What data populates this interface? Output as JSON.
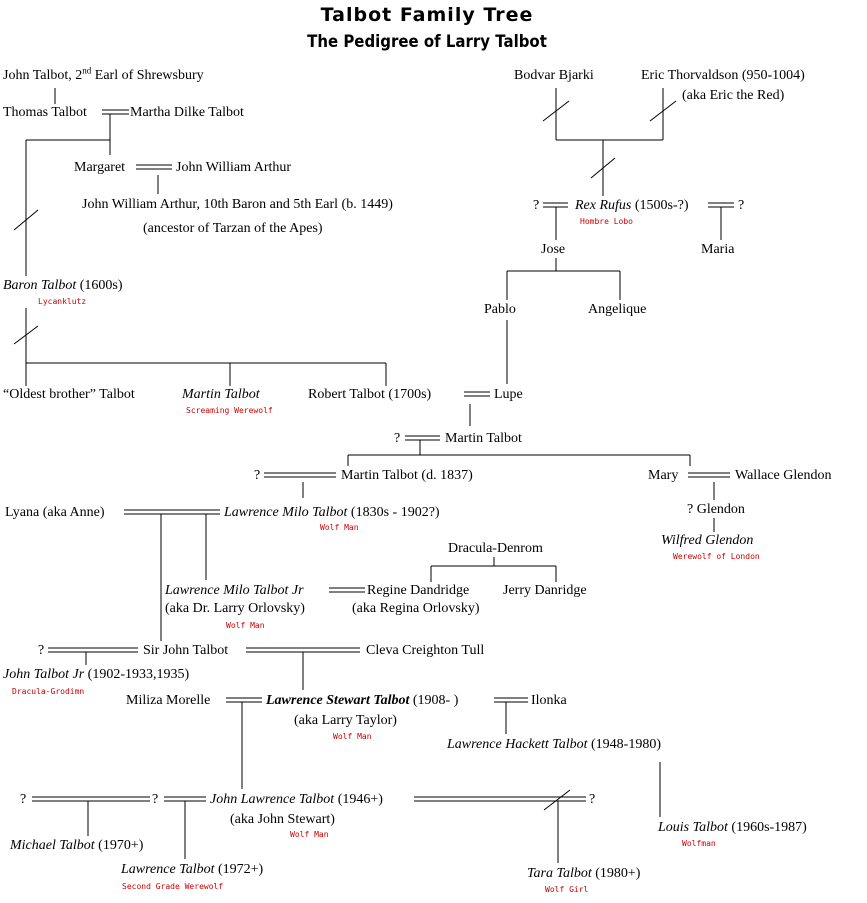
{
  "title": "Talbot Family Tree",
  "subtitle": "The Pedigree of Larry Talbot",
  "people": {
    "john_talbot_2nd_earl": "John Talbot, 2",
    "john_talbot_2nd_sup": "nd",
    "john_talbot_2nd_rest": " Earl of Shrewsbury",
    "thomas_talbot": "Thomas Talbot",
    "martha_dilke_talbot": "Martha Dilke Talbot",
    "margaret": "Margaret",
    "john_william_arthur": "John William Arthur",
    "jwa_10th_baron": "John William Arthur, 10th Baron and 5th Earl (b. 1449)",
    "jwa_note": "(ancestor of Tarzan of the Apes)",
    "baron_talbot": "Baron Talbot",
    "baron_talbot_date": " (1600s)",
    "baron_talbot_tag": "Lycanklutz",
    "oldest_brother": "“Oldest brother” Talbot",
    "martin_talbot_1": "Martin Talbot",
    "martin_talbot_1_tag": "Screaming Werewolf",
    "robert_talbot": "Robert Talbot (1700s)",
    "lupe": "Lupe",
    "bodvar_bjarki": "Bodvar Bjarki",
    "eric_thorvaldson": "Eric Thorvaldson (950-1004)",
    "eric_aka": "(aka Eric the Red)",
    "rex_rufus_q1": "?",
    "rex_rufus": "Rex Rufus",
    "rex_rufus_date": " (1500s-?)",
    "rex_rufus_q2": "?",
    "rex_rufus_tag": "Hombre Lobo",
    "jose": "Jose",
    "maria": "Maria",
    "pablo": "Pablo",
    "angelique": "Angelique",
    "martin_talbot_2_q": "?",
    "martin_talbot_2": "Martin Talbot",
    "martin_talbot_3_q": "?",
    "martin_talbot_3": "Martin Talbot (d. 1837)",
    "mary": "Mary",
    "wallace_glendon": "Wallace Glendon",
    "q_glendon": "? Glendon",
    "wilfred_glendon": "Wilfred Glendon",
    "wilfred_glendon_tag": "Werewolf of London",
    "lyana": "Lyana (aka Anne)",
    "lawrence_milo": "Lawrence Milo Talbot",
    "lawrence_milo_date": " (1830s - 1902?)",
    "lawrence_milo_tag": "Wolf Man",
    "dracula_denrom": "Dracula-Denrom",
    "lawrence_milo_jr": "Lawrence Milo Talbot Jr",
    "lawrence_milo_jr_aka": "(aka Dr. Larry Orlovsky)",
    "lawrence_milo_jr_tag": "Wolf Man",
    "regine_dandridge": "Regine Dandridge",
    "regine_aka": "(aka Regina Orlovsky)",
    "jerry_danridge": "Jerry Danridge",
    "sir_john_q": "?",
    "sir_john_talbot": "Sir John Talbot",
    "cleva_tull": "Cleva Creighton Tull",
    "john_talbot_jr": "John Talbot Jr",
    "john_talbot_jr_date": " (1902-1933,1935)",
    "john_talbot_jr_tag": "Dracula-Grodimn",
    "miliza_morelle": "Miliza Morelle",
    "lawrence_stewart": "Lawrence Stewart Talbot",
    "lawrence_stewart_date": " (1908- )",
    "lawrence_stewart_aka": "(aka Larry Taylor)",
    "lawrence_stewart_tag": "Wolf Man",
    "ilonka": "Ilonka",
    "lawrence_hackett": "Lawrence Hackett Talbot",
    "lawrence_hackett_date": " (1948-1980)",
    "jlt_q1": "?",
    "jlt_q2": "?",
    "john_lawrence": "John Lawrence Talbot",
    "john_lawrence_date": " (1946+)",
    "john_lawrence_aka": "(aka John Stewart)",
    "john_lawrence_tag": "Wolf Man",
    "jlt_q3": "?",
    "louis_talbot": "Louis Talbot",
    "louis_talbot_date": " (1960s-1987)",
    "louis_talbot_tag": "Wolfman",
    "michael_talbot": "Michael Talbot",
    "michael_talbot_date": " (1970+)",
    "lawrence_talbot": "Lawrence Talbot",
    "lawrence_talbot_date": " (1972+)",
    "lawrence_talbot_tag": "Second Grade Werewolf",
    "tara_talbot": "Tara Talbot",
    "tara_talbot_date": " (1980+)",
    "tara_talbot_tag": "Wolf Girl"
  }
}
